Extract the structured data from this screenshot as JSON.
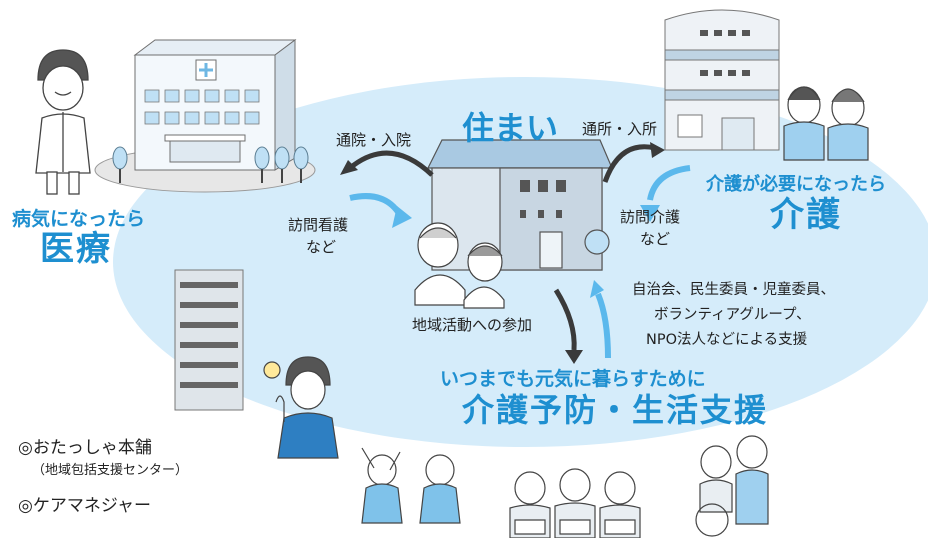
{
  "center": {
    "title": "住まい"
  },
  "labels": {
    "tsuin": "通院・入院",
    "tsusho": "通所・入所",
    "homon_kango_1": "訪問看護",
    "homon_kango_2": "など",
    "homon_kaigo_1": "訪問介護",
    "homon_kaigo_2": "など",
    "chiiki": "地域活動への参加",
    "support_1": "自治会、民生委員・児童委員、",
    "support_2": "ボランティアグループ、",
    "support_3": "NPO法人などによる支援"
  },
  "iryo": {
    "sub": "病気になったら",
    "main": "医療"
  },
  "kaigo": {
    "sub": "介護が必要になったら",
    "main": "介護"
  },
  "prevention": {
    "sub": "いつまでも元気に暮らすために",
    "main": "介護予防・生活支援"
  },
  "contacts": {
    "honpo": "◎おたっしゃ本舗",
    "honpo_note": "（地域包括支援センター）",
    "care_manager": "◎ケアマネジャー"
  },
  "colors": {
    "accent": "#1e8fd0",
    "ellipse": "#d5ecfa",
    "arrow": "#5bb8ec",
    "arrow_dark": "#3a3a3a"
  },
  "icons": [
    "hospital-icon",
    "doctor-icon",
    "house-icon",
    "care-facility-icon",
    "caregivers-icon",
    "elderly-couple-icon",
    "apartment-icon",
    "advisor-icon",
    "stretching-seniors-icon",
    "singing-seniors-icon",
    "wheelchair-care-icon"
  ]
}
